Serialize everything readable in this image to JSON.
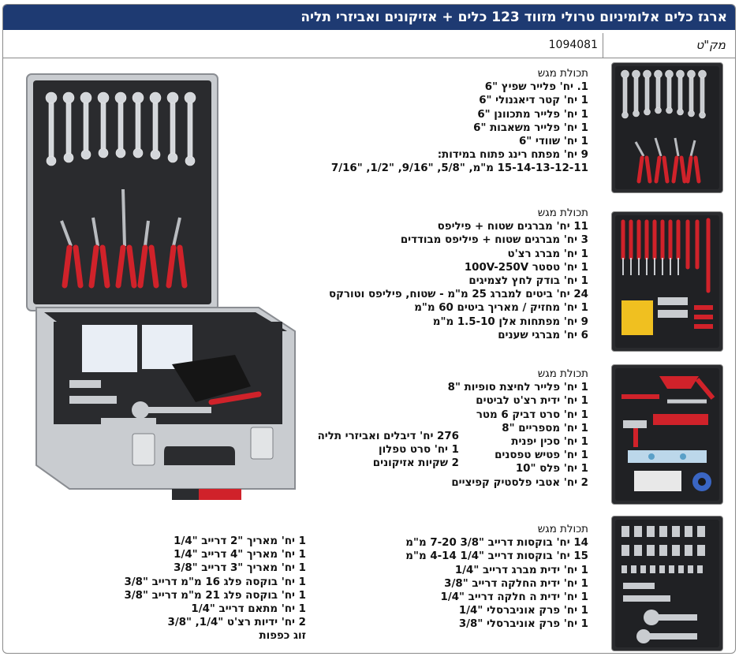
{
  "title": "ארגז כלים אלומיניום טרולי מזווד 123 כלים + אזיקונים ואביזרי תליה",
  "sku_label": "מק\"ט",
  "sku_value": "1094081",
  "tray1": {
    "header": "תכולת מגש",
    "items": [
      "1. יח' פלייר שפיץ \"6",
      "1 יח' קטר דיאגנולי \"6",
      "1 יח' פלייר מתכוונן \"6",
      "1 יח' פלייר משאבות \"6",
      "1 יח' שוודי \"6",
      "9 יח' מפתח רינג פתוח במידות:",
      "15-14-13-12-11 מ\"מ, \"5/8, \"9/16, \"1/2, \"7/16"
    ]
  },
  "tray2": {
    "header": "תכולת מגש",
    "items": [
      "11 יח' מברגים שטוח + פיליפס",
      "3 יח' מברגים שטוח + פיליפס מבודדים",
      "1 יח' מברג רצ'ט",
      "1 יח' טסטר 100V-250V",
      "1 יח' בודק לחץ לצמיגים",
      "24 יח' ביטים למברג 25 מ\"מ - שטוח, פיליפס וטורקס",
      "1 יח' מחזיק / מאריך ביטים 60 מ\"מ",
      "9 יח' מפתחות אלן 1.5-10 מ\"מ",
      "6 יח' מברגי שענים"
    ]
  },
  "tray3": {
    "header": "תכולת מגש",
    "items": [
      "1 יח' פלייר לחיצת סופיות \"8",
      "1 יח' ידית רצ'ט לביטים",
      "1 יח' סרט דביק 6 מטר",
      "1 יח' מספריים \"8",
      "1 יח' סכין יפנית",
      "1 יח' פטיש טפסנים",
      "1 יח' פלס \"10",
      "2 יח' אטבי פלסטיק קפיציים"
    ]
  },
  "tray4": {
    "header": "תכולת מגש",
    "items": [
      "14 יח' בוקסות דרייב \"3/8 7-20 מ\"מ",
      "15 יח' בוקסות דרייב \"1/4 4-14 מ\"מ",
      "1 יח' ידית מברג דרייב \"1/4",
      "1 יח' ידית החלקה דרייב \"3/8",
      "1 יח' ידית ה חלקה דרייב \"1/4",
      "1 יח' פרק אוניברסלי \"1/4",
      "1 יח' פרק אוניברסלי \"3/8"
    ]
  },
  "extras": {
    "items": [
      "276 יח' דיבלים ואביזרי תליה",
      "1 יח' סרט טפלון",
      "2 שקיות אזיקונים"
    ]
  },
  "case_items": {
    "items": [
      "1 יח' מאריך \"2 דרייב \"1/4",
      "1 יח' מאריך \"4 דרייב \"1/4",
      "1 יח' מאריך \"3 דרייב \"3/8",
      "1 יח' בוקסה פלג 16 מ\"מ דרייב \"3/8",
      "1 יח' בוקסה פלג 21 מ\"מ דרייב \"3/8",
      "1 יח' מתאם דרייב \"1/4",
      "2 יח' ידיות רצ'ט \"1/4, \"3/8",
      "זוג כפפות"
    ]
  },
  "colors": {
    "header_bg": "#1e3a72",
    "tool_red": "#d0222a",
    "tray_dark": "#2a2b2e",
    "aluminium": "#c9ccd0"
  }
}
